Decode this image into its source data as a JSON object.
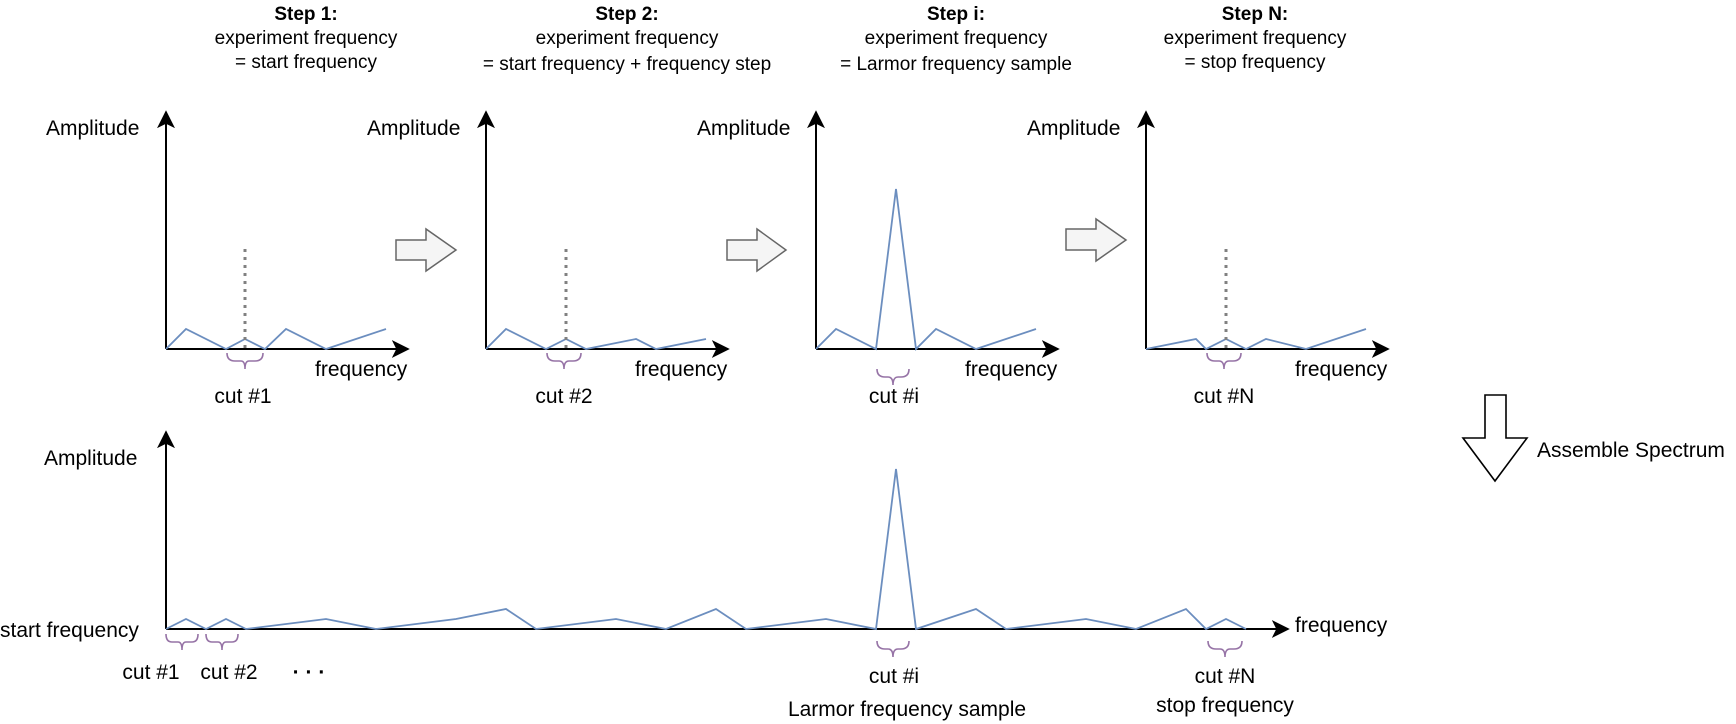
{
  "steps": [
    {
      "title": "Step 1:",
      "line1": "experiment frequency",
      "line2": "= start frequency",
      "y_label": "Amplitude",
      "x_label": "frequency",
      "cut_label": "cut #1",
      "has_peak": false
    },
    {
      "title": "Step 2:",
      "line1": "experiment frequency",
      "line2": "= start frequency + frequency step",
      "y_label": "Amplitude",
      "x_label": "frequency",
      "cut_label": "cut #2",
      "has_peak": false
    },
    {
      "title": "Step i:",
      "line1": "experiment frequency",
      "line2": "= Larmor frequency sample",
      "y_label": "Amplitude",
      "x_label": "frequency",
      "cut_label": "cut #i",
      "has_peak": true
    },
    {
      "title": "Step N:",
      "line1": "experiment frequency",
      "line2": "= stop frequency",
      "y_label": "Amplitude",
      "x_label": "frequency",
      "cut_label": "cut #N",
      "has_peak": false
    }
  ],
  "assemble": {
    "label": "Assemble Spectrum"
  },
  "spectrum": {
    "y_label": "Amplitude",
    "x_label": "frequency",
    "origin_label": "start frequency",
    "cut1_label": "cut #1",
    "cut2_label": "cut #2",
    "ellipsis": "· · ·",
    "cuti_label": "cut #i",
    "cuti_sub": "Larmor frequency sample",
    "cutn_label": "cut #N",
    "cutn_sub": "stop frequency"
  },
  "colors": {
    "signal": "#6c8ebf",
    "brace": "#9673a6",
    "marker": "#808080",
    "flow_arrow_fill": "#f5f5f5",
    "flow_arrow_stroke": "#666666"
  }
}
